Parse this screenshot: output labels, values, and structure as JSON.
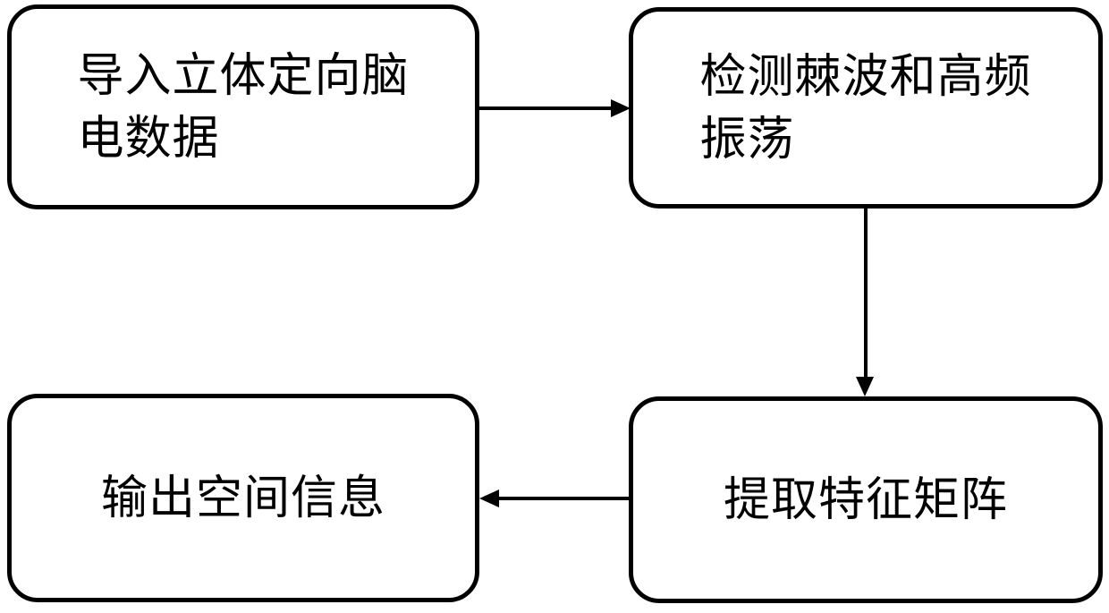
{
  "diagram": {
    "title": "",
    "type": "flowchart",
    "background_color": "#ffffff",
    "stroke_color": "#000000",
    "text_color": "#000000",
    "nodes": [
      {
        "id": "import",
        "label": "导入立体定向脑\n电数据",
        "shape": "rounded-rectangle",
        "position": "top-left"
      },
      {
        "id": "detect",
        "label": "检测棘波和高频\n振荡",
        "shape": "rounded-rectangle",
        "position": "top-right"
      },
      {
        "id": "output",
        "label": "输出空间信息",
        "shape": "rounded-rectangle",
        "position": "bottom-left"
      },
      {
        "id": "extract",
        "label": "提取特征矩阵",
        "shape": "rounded-rectangle",
        "position": "bottom-right"
      }
    ],
    "edges": [
      {
        "id": "import-detect",
        "from": "import",
        "to": "detect",
        "direction": "right",
        "label": "",
        "style": "solid-arrow"
      },
      {
        "id": "detect-extract",
        "from": "detect",
        "to": "extract",
        "direction": "down",
        "label": "",
        "style": "solid-arrow"
      },
      {
        "id": "extract-output",
        "from": "extract",
        "to": "output",
        "direction": "left",
        "label": "",
        "style": "solid-arrow"
      }
    ]
  }
}
